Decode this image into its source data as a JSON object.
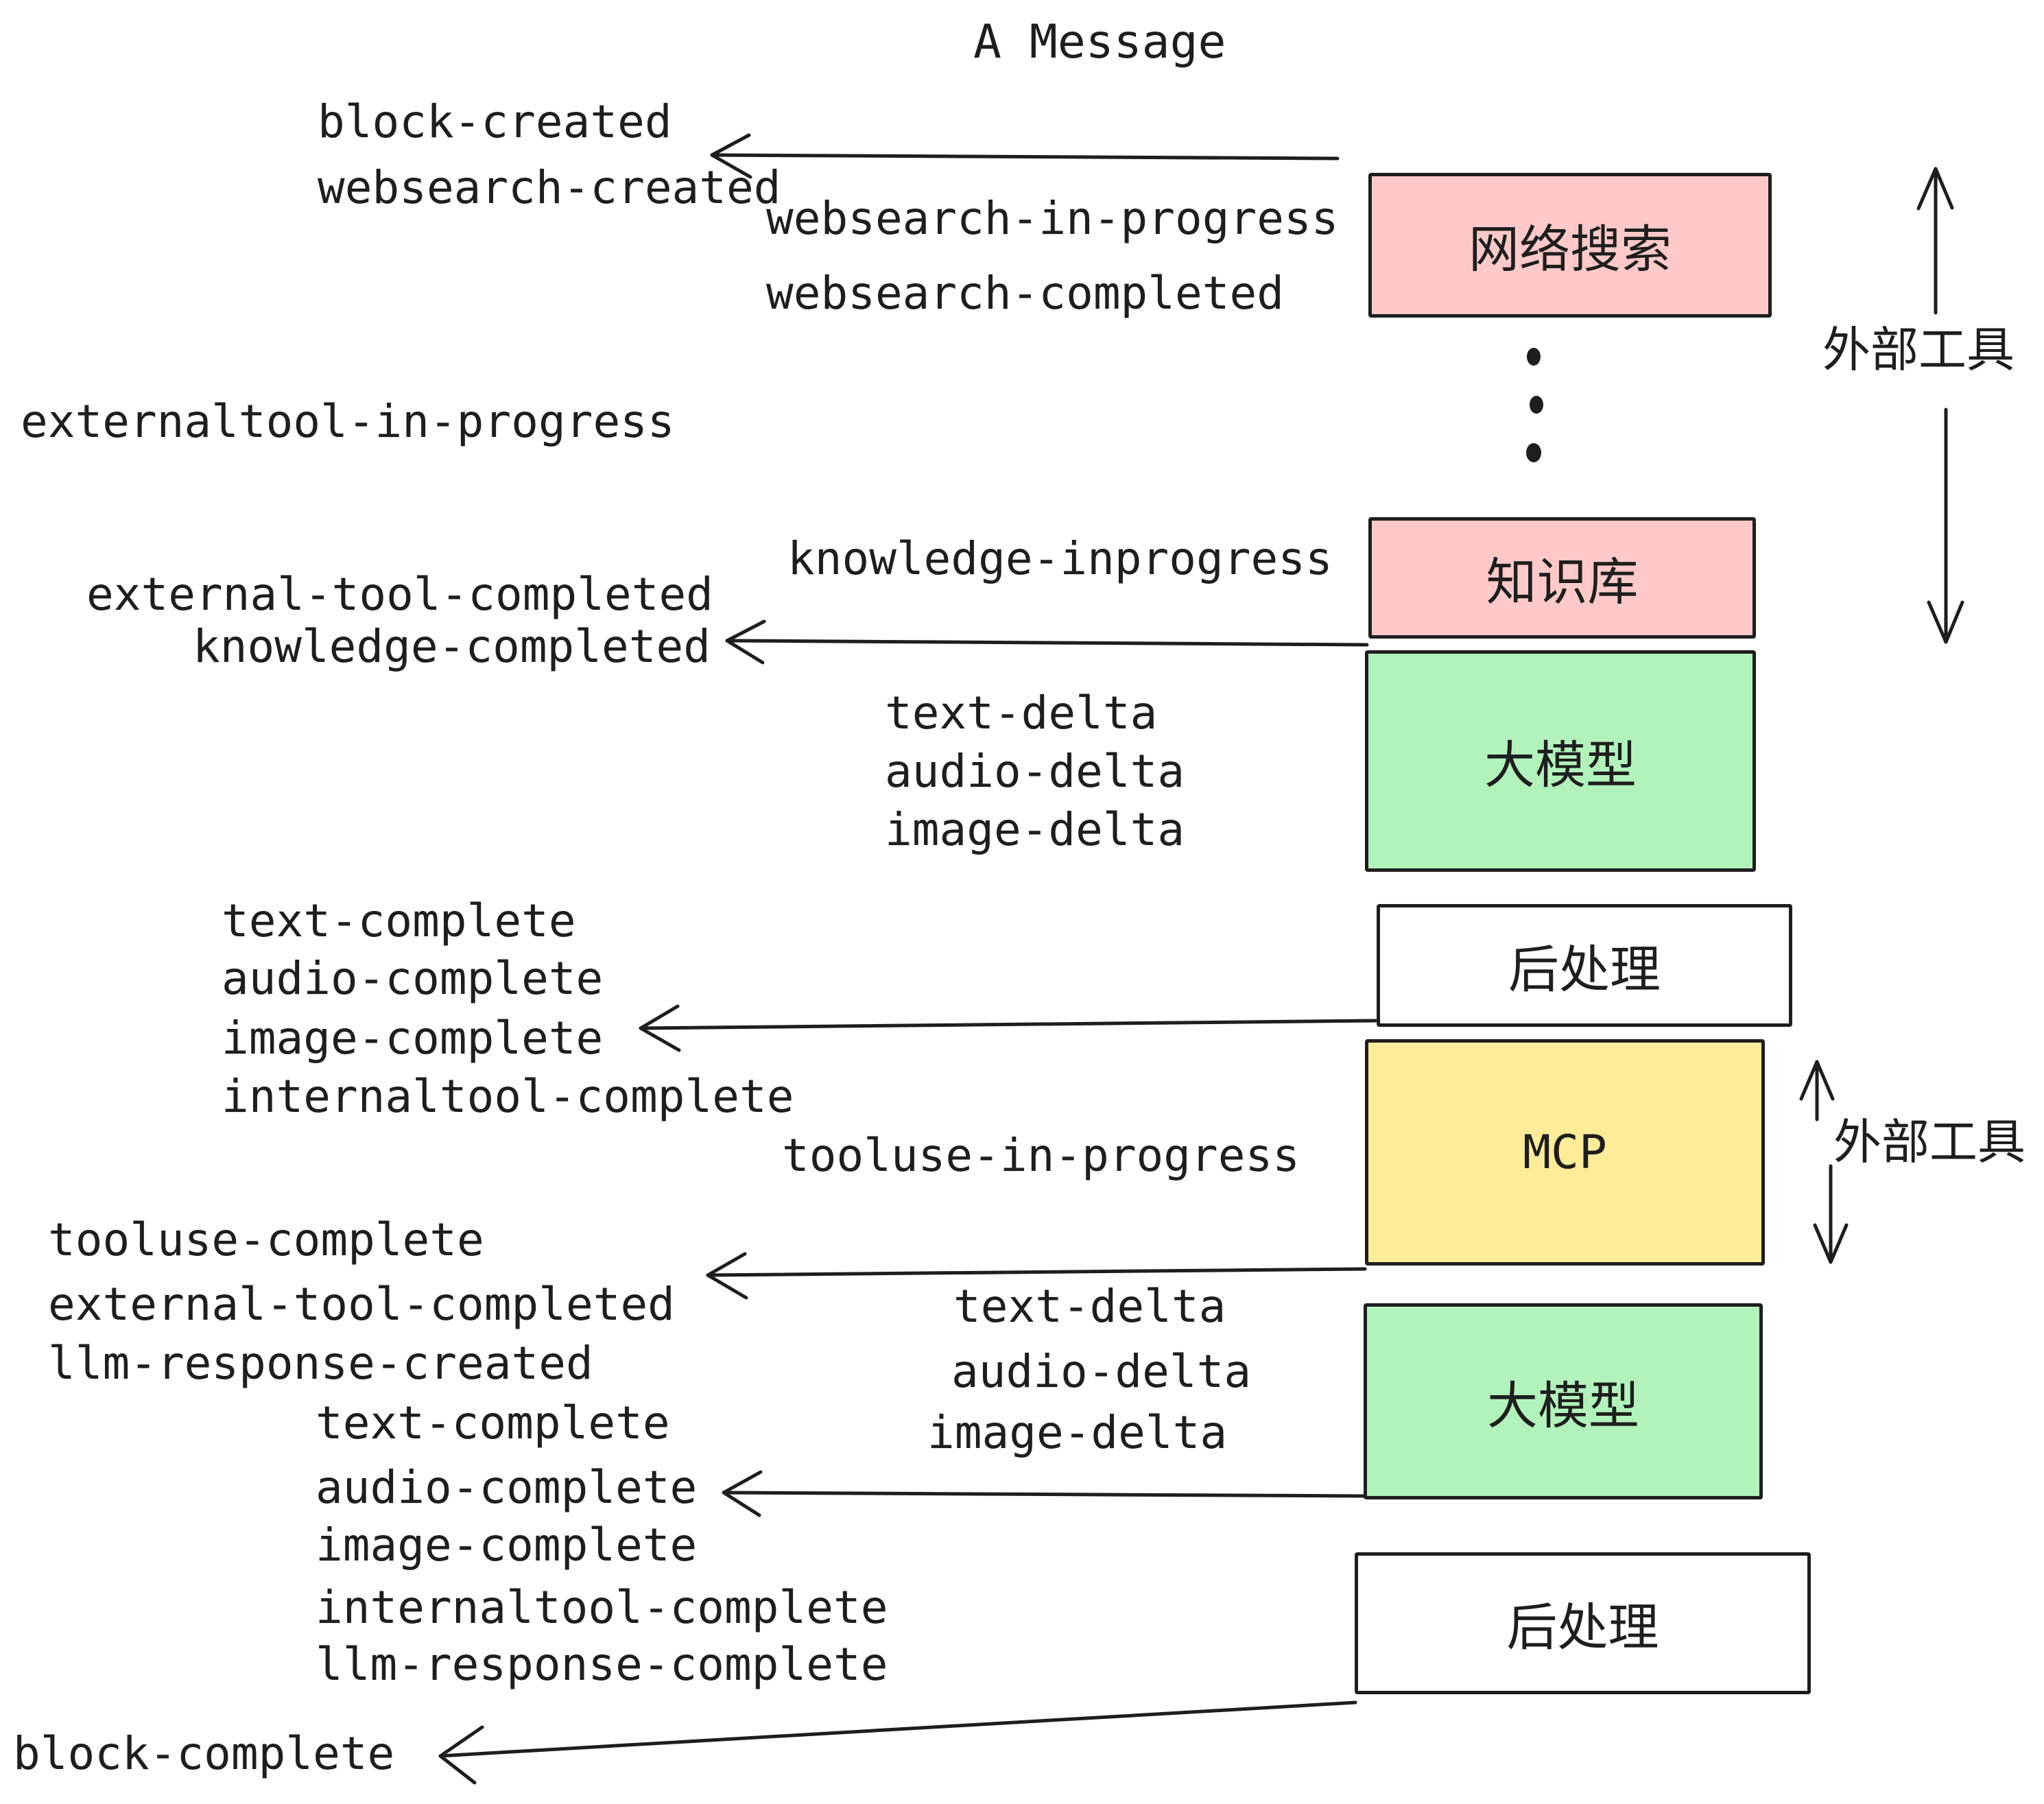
{
  "title": "A Message",
  "colors": {
    "ink": "#1e1e1e",
    "background": "#ffffff",
    "box_pink": "#ffc9c9",
    "box_green": "#b2f2bb",
    "box_yellow": "#ffec99",
    "box_white": "#ffffff"
  },
  "boxes": [
    {
      "id": "websearch",
      "label": "网络搜索",
      "fill": "#ffc9c9"
    },
    {
      "id": "knowledge",
      "label": "知识库",
      "fill": "#ffc9c9"
    },
    {
      "id": "llm-1",
      "label": "大模型",
      "fill": "#b2f2bb"
    },
    {
      "id": "postprocess-1",
      "label": "后处理",
      "fill": "#ffffff"
    },
    {
      "id": "mcp",
      "label": "MCP",
      "fill": "#ffec99"
    },
    {
      "id": "llm-2",
      "label": "大模型",
      "fill": "#b2f2bb"
    },
    {
      "id": "postprocess-2",
      "label": "后处理",
      "fill": "#ffffff"
    }
  ],
  "side_labels": [
    {
      "id": "external-tools-top",
      "text": "外部工具"
    },
    {
      "id": "external-tools-mcp",
      "text": "外部工具"
    }
  ],
  "event_labels": [
    {
      "id": "block-created",
      "text": "block-created"
    },
    {
      "id": "websearch-created",
      "text": "websearch-created"
    },
    {
      "id": "websearch-in-progress",
      "text": "websearch-in-progress"
    },
    {
      "id": "websearch-completed",
      "text": "websearch-completed"
    },
    {
      "id": "externaltool-in-progress",
      "text": "externaltool-in-progress"
    },
    {
      "id": "knowledge-inprogress",
      "text": "knowledge-inprogress"
    },
    {
      "id": "external-tool-completed",
      "text": "external-tool-completed"
    },
    {
      "id": "knowledge-completed",
      "text": "knowledge-completed"
    },
    {
      "id": "text-delta-1",
      "text": "text-delta"
    },
    {
      "id": "audio-delta-1",
      "text": "audio-delta"
    },
    {
      "id": "image-delta-1",
      "text": "image-delta"
    },
    {
      "id": "text-complete-1",
      "text": "text-complete"
    },
    {
      "id": "audio-complete-1",
      "text": "audio-complete"
    },
    {
      "id": "image-complete-1",
      "text": "image-complete"
    },
    {
      "id": "internaltool-complete-1",
      "text": "internaltool-complete"
    },
    {
      "id": "tooluse-in-progress",
      "text": "tooluse-in-progress"
    },
    {
      "id": "tooluse-complete",
      "text": "tooluse-complete"
    },
    {
      "id": "external-tool-completed-2",
      "text": "external-tool-completed"
    },
    {
      "id": "llm-response-created",
      "text": "llm-response-created"
    },
    {
      "id": "text-delta-2",
      "text": "text-delta"
    },
    {
      "id": "audio-delta-2",
      "text": "audio-delta"
    },
    {
      "id": "image-delta-2",
      "text": "image-delta"
    },
    {
      "id": "text-complete-2",
      "text": "text-complete"
    },
    {
      "id": "audio-complete-2",
      "text": "audio-complete"
    },
    {
      "id": "image-complete-2",
      "text": "image-complete"
    },
    {
      "id": "internaltool-complete-2",
      "text": "internaltool-complete"
    },
    {
      "id": "llm-response-complete",
      "text": "llm-response-complete"
    },
    {
      "id": "block-complete",
      "text": "block-complete"
    }
  ],
  "ellipsis": {
    "dot_count": 3
  }
}
